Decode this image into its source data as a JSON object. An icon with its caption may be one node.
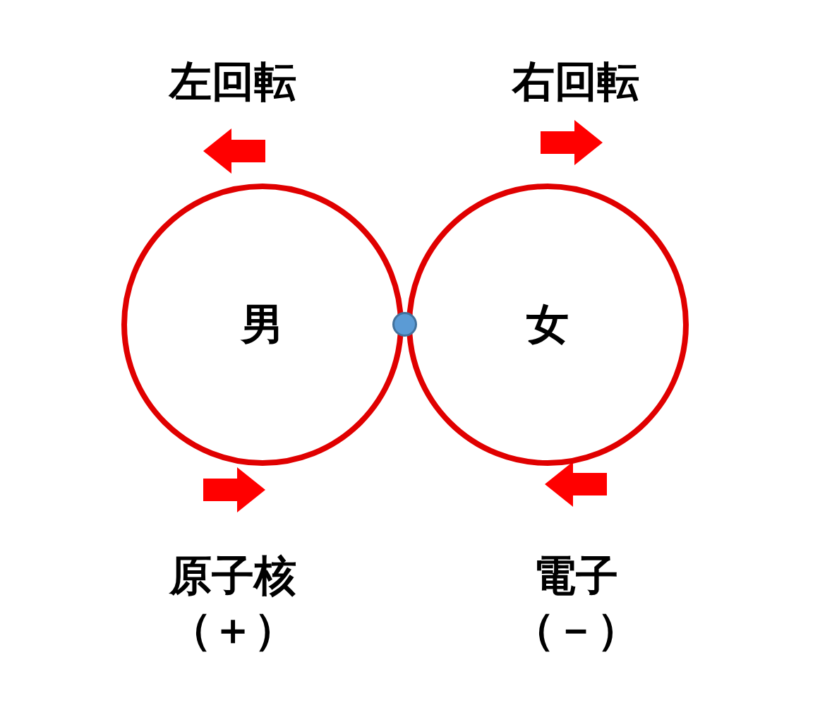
{
  "diagram": {
    "nodes": [
      {
        "text": [
          "男"
        ],
        "beside": [
          "左回転",
          "原子核",
          "（＋）"
        ]
      },
      {
        "text": [
          "女"
        ],
        "beside": [
          "右回転",
          "電子",
          "（－）"
        ]
      },
      {
        "text": [],
        "shape": "circle"
      }
    ]
  }
}
